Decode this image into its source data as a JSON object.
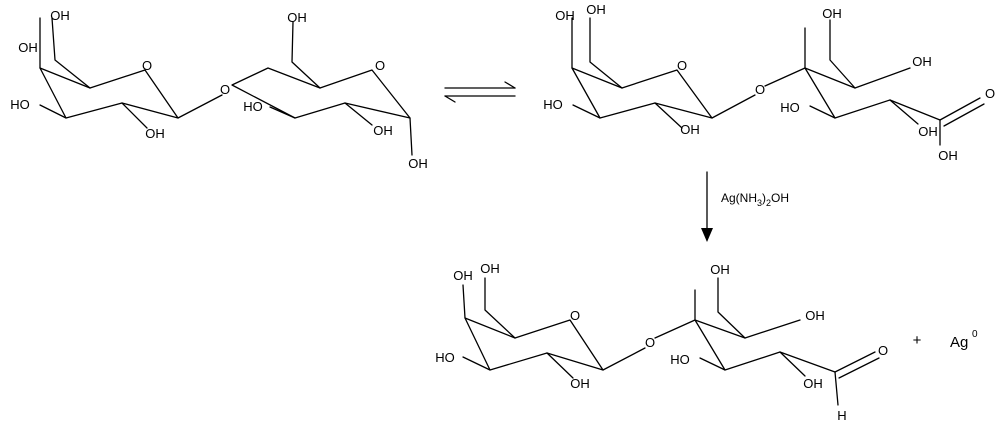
{
  "labels": {
    "oh": "OH",
    "ho": "HO",
    "o": "O",
    "h": "H"
  },
  "reagent": {
    "part1": "Ag(NH",
    "sub1": "3",
    "part2": ")",
    "sub2": "2",
    "part3": "OH"
  },
  "byproduct": {
    "plus": "+",
    "element": "Ag",
    "charge": "0"
  }
}
